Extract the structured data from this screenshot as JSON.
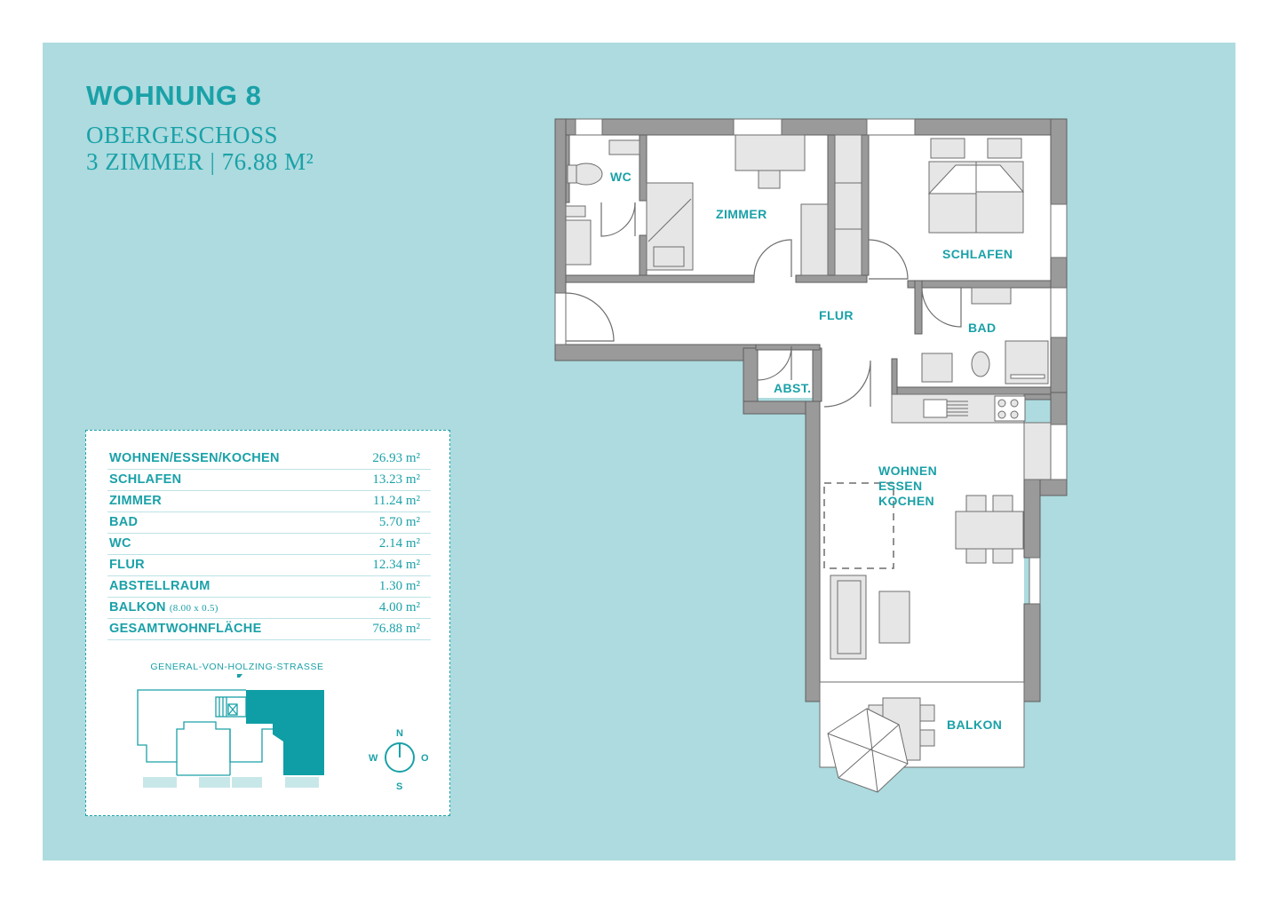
{
  "header": {
    "title": "WOHNUNG 8",
    "floor": "OBERGESCHOSS",
    "summary": "3 ZIMMER | 76.88 M²"
  },
  "rooms": {
    "wc": "WC",
    "zimmer": "ZIMMER",
    "schlafen": "SCHLAFEN",
    "flur": "FLUR",
    "bad": "BAD",
    "abst": "ABST.",
    "wohnen_line1": "WOHNEN",
    "wohnen_line2": "ESSEN",
    "wohnen_line3": "KOCHEN",
    "balkon": "BALKON"
  },
  "areas": [
    {
      "name": "WOHNEN/ESSEN/KOCHEN",
      "note": "",
      "value": "26.93 m²"
    },
    {
      "name": "SCHLAFEN",
      "note": "",
      "value": "13.23 m²"
    },
    {
      "name": "ZIMMER",
      "note": "",
      "value": "11.24 m²"
    },
    {
      "name": "BAD",
      "note": "",
      "value": "5.70 m²"
    },
    {
      "name": "WC",
      "note": "",
      "value": "2.14 m²"
    },
    {
      "name": "FLUR",
      "note": "",
      "value": "12.34 m²"
    },
    {
      "name": "ABSTELLRAUM",
      "note": "",
      "value": "1.30 m²"
    },
    {
      "name": "BALKON",
      "note": "(8.00 x 0.5)",
      "value": "4.00 m²"
    },
    {
      "name": "GESAMTWOHNFLÄCHE",
      "note": "",
      "value": "76.88 m²"
    }
  ],
  "site": {
    "street": "GENERAL-VON-HOLZING-STRASSE"
  },
  "compass": {
    "n": "N",
    "e": "O",
    "s": "S",
    "w": "W"
  },
  "colors": {
    "background": "#addbdf",
    "accent": "#1aa1a8",
    "wall": "#9a9a9a",
    "furniture": "#e6e6e6",
    "highlight": "#0f9ea5"
  }
}
